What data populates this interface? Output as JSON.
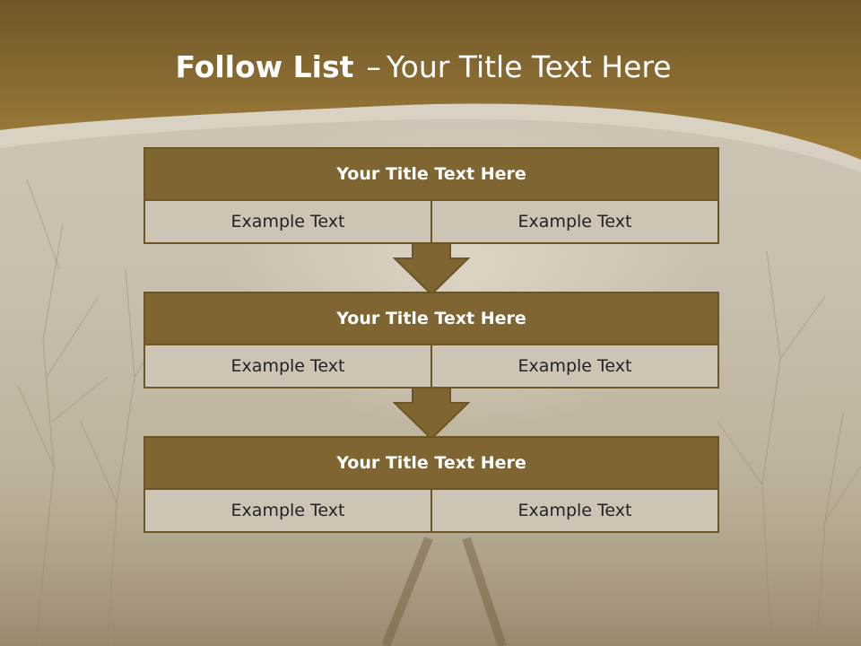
{
  "slide": {
    "title_bold": "Follow List",
    "title_separator": "–",
    "title_rest": "Your Title Text Here"
  },
  "blocks": [
    {
      "title": "Your Title Text Here",
      "left_text": "Example Text",
      "right_text": "Example Text"
    },
    {
      "title": "Your Title Text Here",
      "left_text": "Example Text",
      "right_text": "Example Text"
    },
    {
      "title": "Your Title Text Here",
      "left_text": "Example Text",
      "right_text": "Example Text"
    }
  ],
  "colors": {
    "header_band": "#8a6c33",
    "block_header": "#7f6532",
    "block_body": "#cdc4b6",
    "border": "#6b5524",
    "arrow_fill": "#7f6532"
  }
}
